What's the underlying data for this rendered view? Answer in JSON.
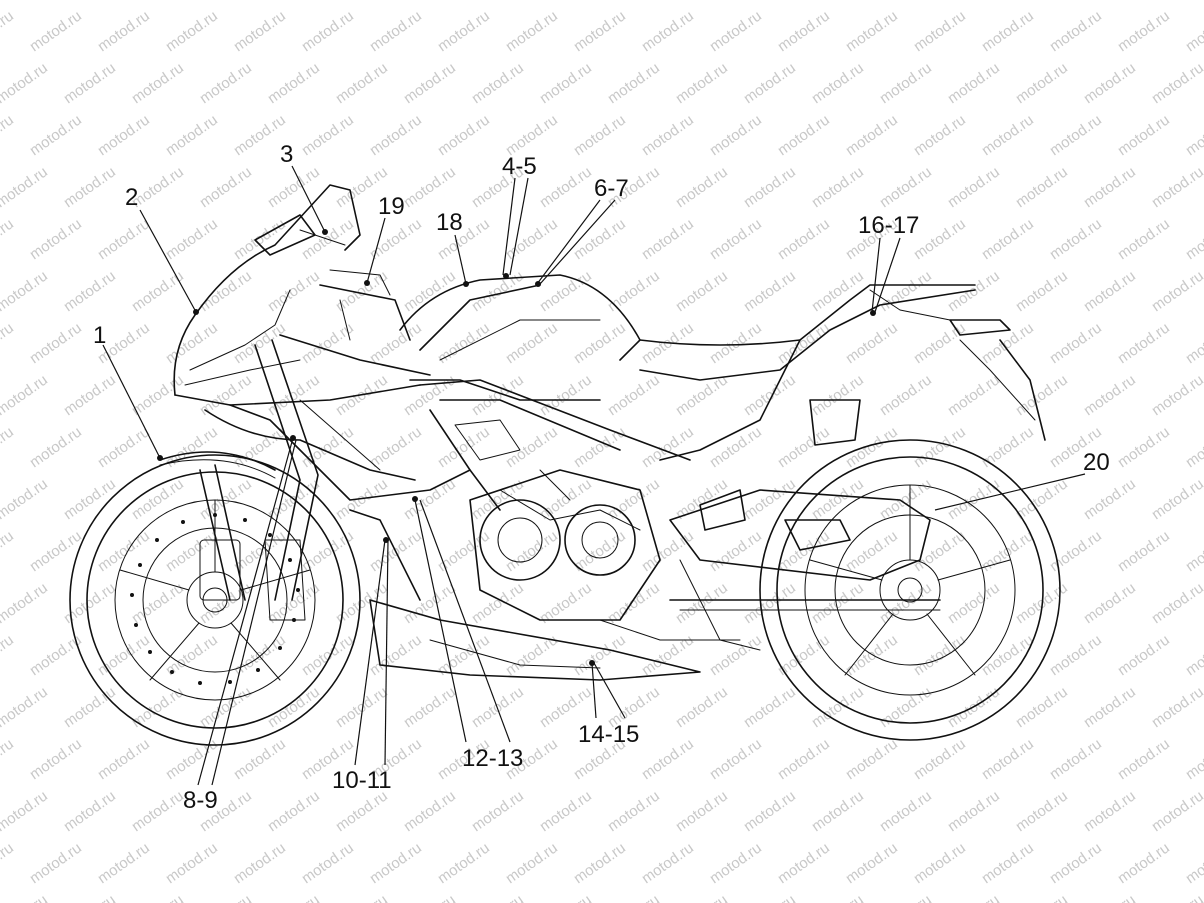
{
  "watermark": {
    "text": "motod.ru",
    "color": "#c8c8c8"
  },
  "callouts": [
    {
      "id": "c1",
      "text": "1"
    },
    {
      "id": "c2",
      "text": "2"
    },
    {
      "id": "c3",
      "text": "3"
    },
    {
      "id": "c45",
      "text": "4-5"
    },
    {
      "id": "c67",
      "text": "6-7"
    },
    {
      "id": "c18",
      "text": "18"
    },
    {
      "id": "c19",
      "text": "19"
    },
    {
      "id": "c1617",
      "text": "16-17"
    },
    {
      "id": "c20",
      "text": "20"
    },
    {
      "id": "c89",
      "text": "8-9"
    },
    {
      "id": "c1011",
      "text": "10-11"
    },
    {
      "id": "c1213",
      "text": "12-13"
    },
    {
      "id": "c1415",
      "text": "14-15"
    }
  ]
}
